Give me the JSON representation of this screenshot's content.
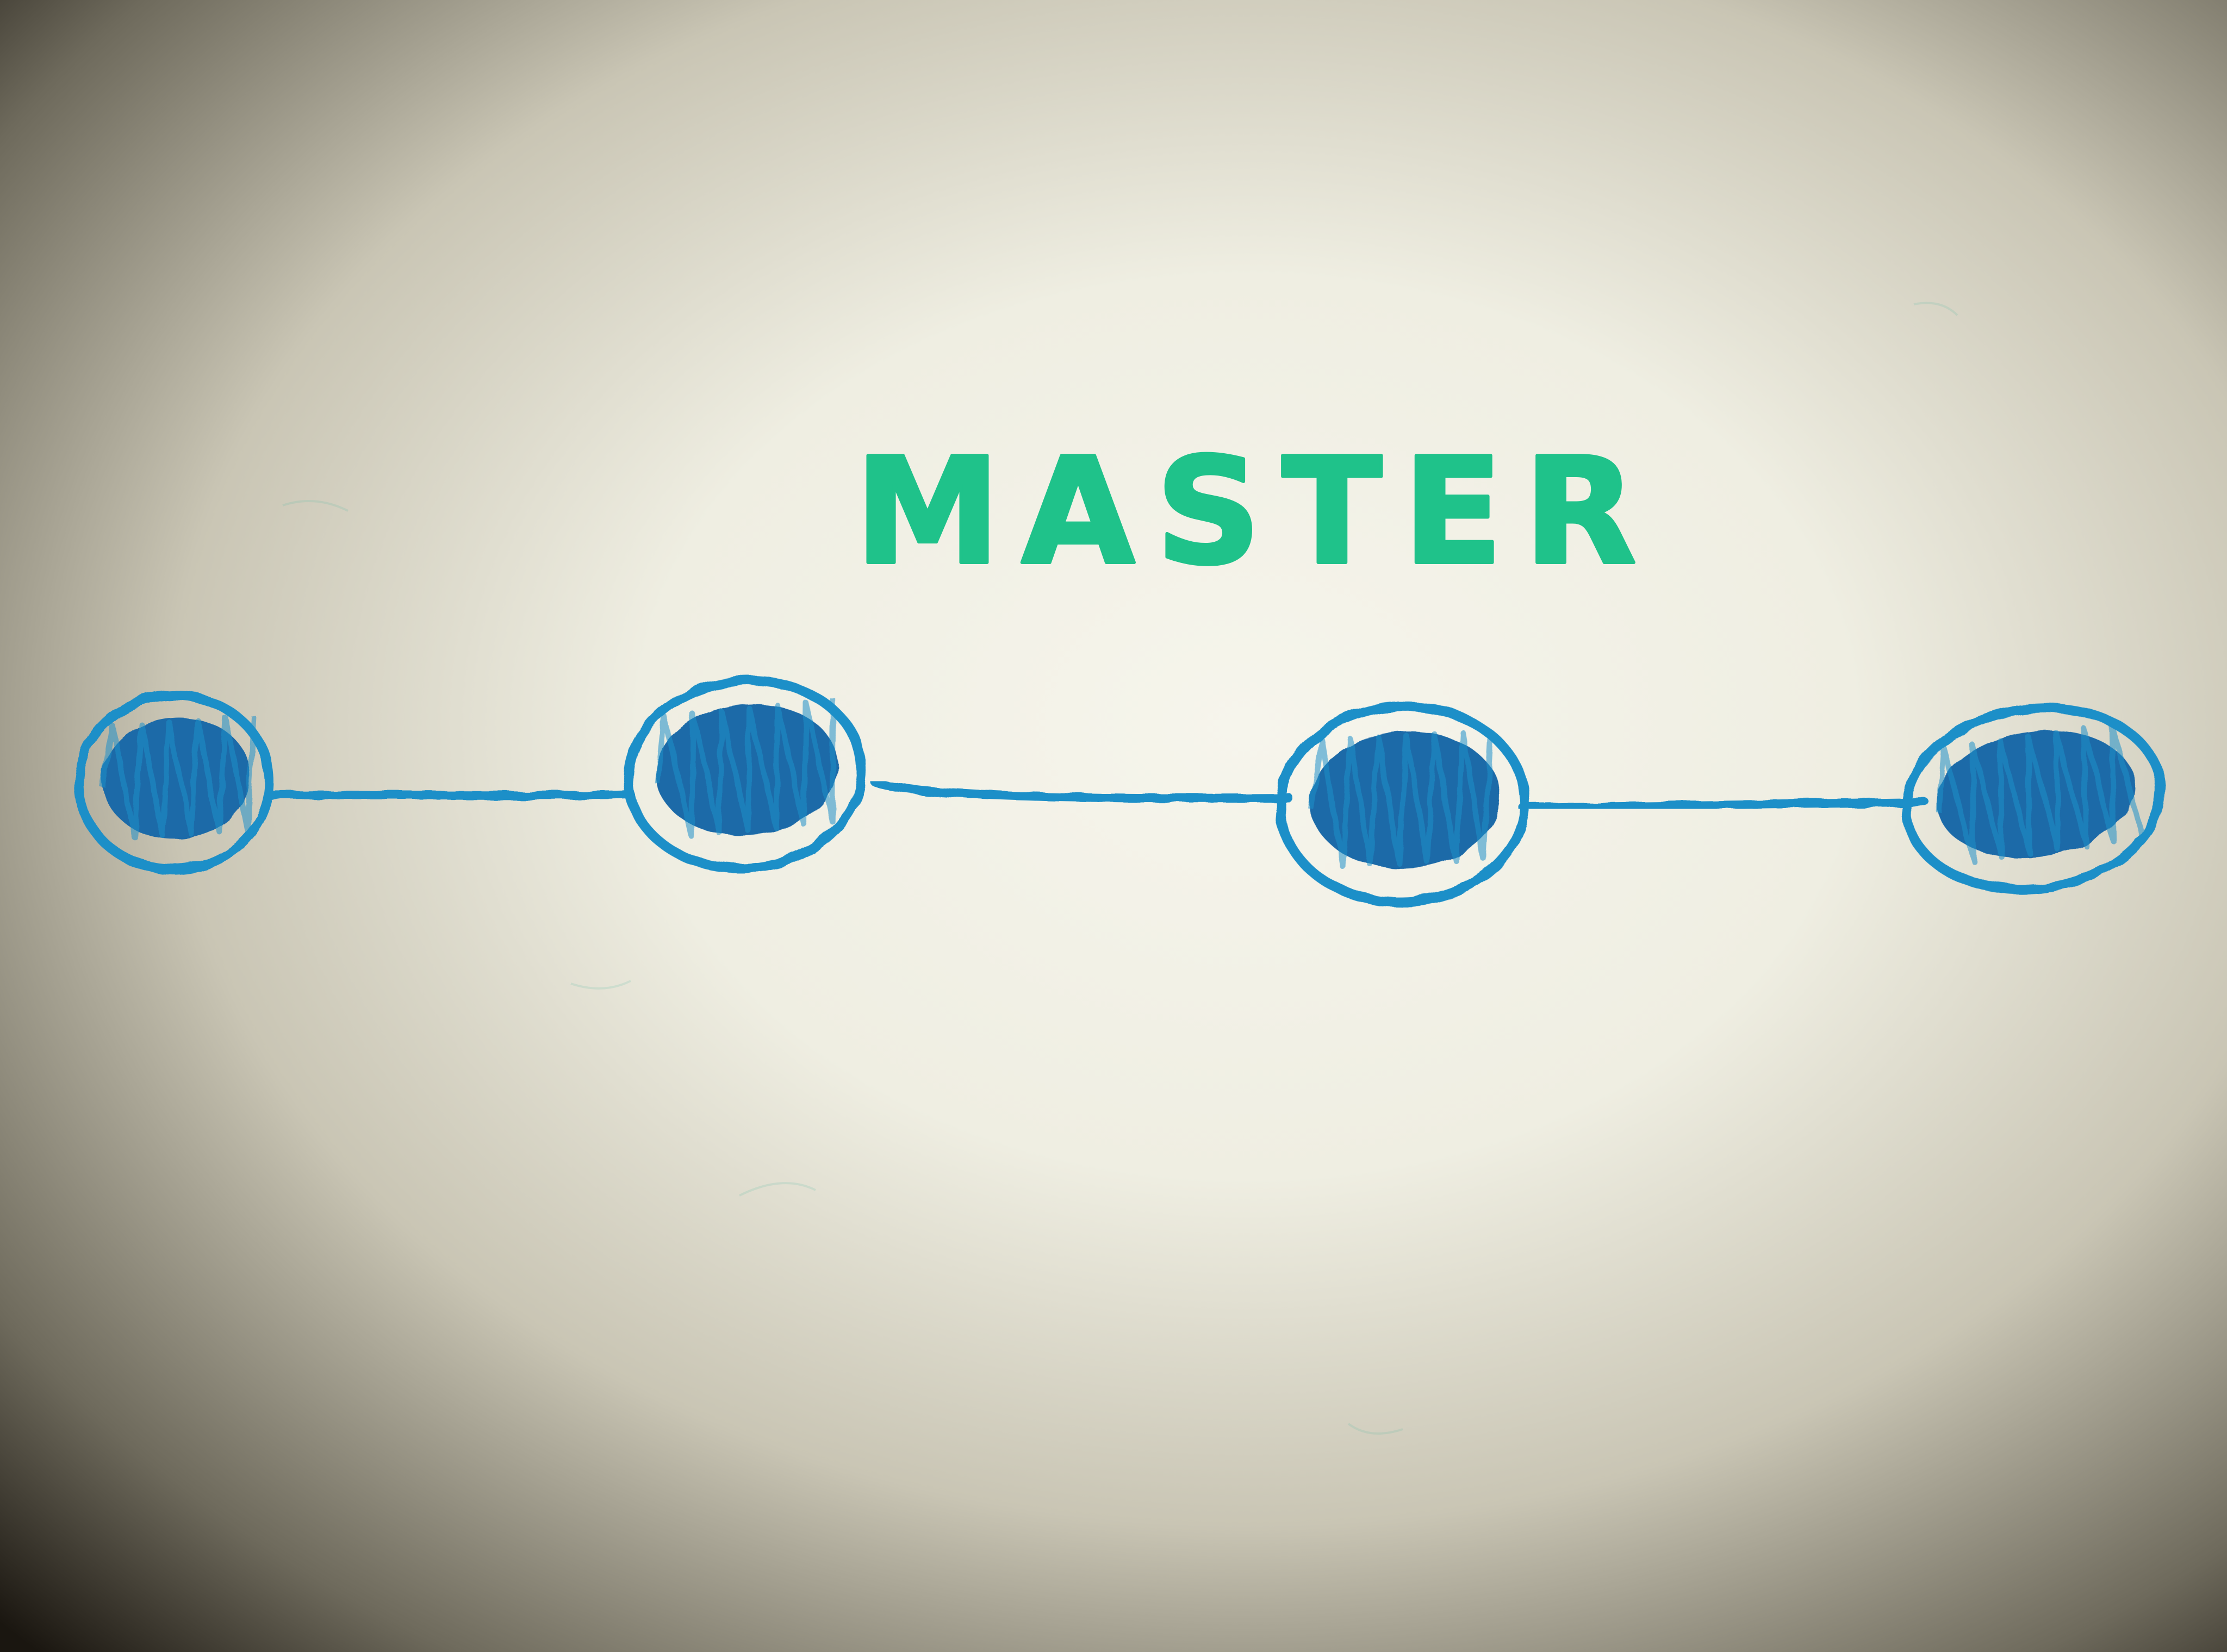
{
  "diagram": {
    "branch_label": "MASTER",
    "commits": [
      {
        "id": "commit-1"
      },
      {
        "id": "commit-2"
      },
      {
        "id": "commit-3"
      },
      {
        "id": "commit-4"
      }
    ]
  },
  "colors": {
    "marker_blue": "#1f8fc8",
    "fill_blue": "#1b6aa8",
    "marker_green": "#1fc28a",
    "board_light": "#f6f5ec",
    "board_mid": "#ccc8b8",
    "vignette_dark": "#1a1610"
  }
}
